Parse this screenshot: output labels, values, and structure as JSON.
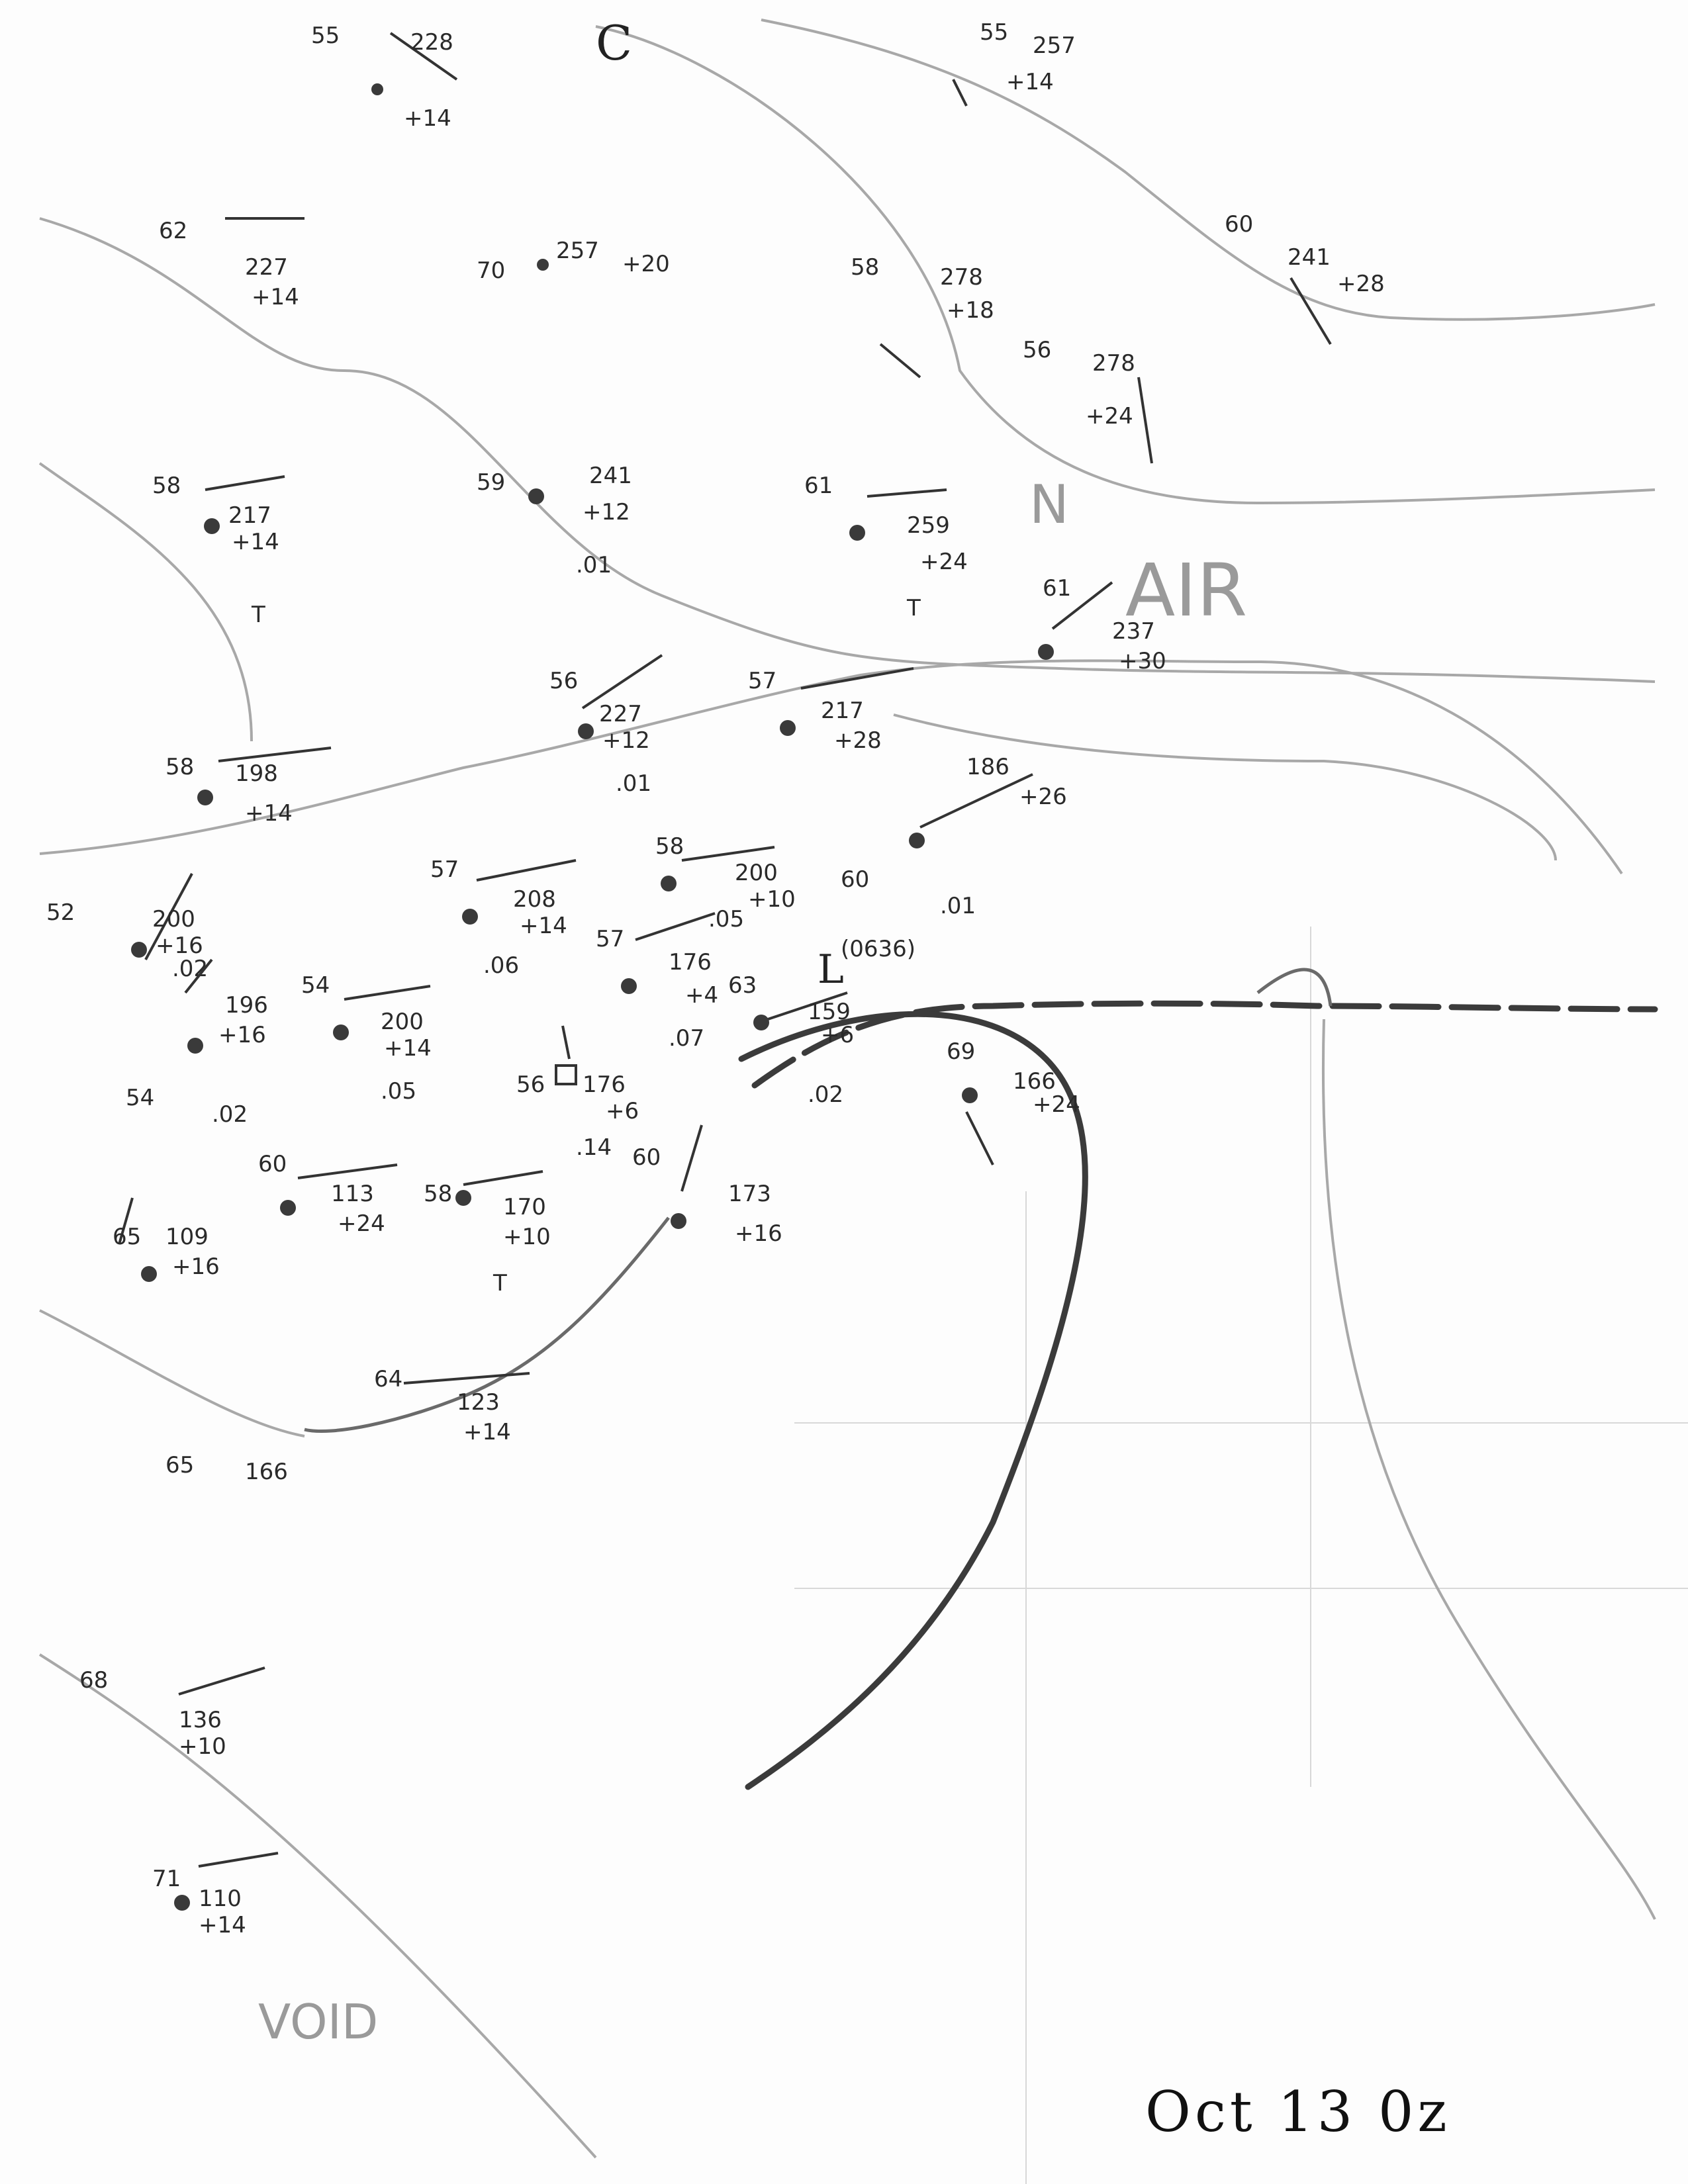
{
  "date_label": "Oct 13 0z",
  "map_labels": {
    "high_top": "C",
    "low_symbol": "L",
    "air_mark_1": "N",
    "air_mark_2": "AIR",
    "void_label": "VOID",
    "pressure_tag": "(0636)"
  },
  "stations": [
    {
      "temp": "58",
      "pressure": "217",
      "change": "+14",
      "extra": "T"
    },
    {
      "temp": "56",
      "pressure": "227",
      "change": "+12",
      "extra": ".01"
    },
    {
      "temp": "57",
      "pressure": "217",
      "change": "+28",
      "extra": ""
    },
    {
      "temp": "61",
      "pressure": "259",
      "change": "+24",
      "extra": "T"
    },
    {
      "temp": "61",
      "pressure": "237",
      "change": "+30",
      "extra": ""
    },
    {
      "temp": "58",
      "pressure": "198",
      "change": "+14",
      "extra": ""
    },
    {
      "temp": "52",
      "pressure": "200",
      "change": "+16",
      "extra": ".02"
    },
    {
      "temp": "57",
      "pressure": "208",
      "change": "+14",
      "extra": ".06"
    },
    {
      "temp": "58",
      "pressure": "200",
      "change": "+10",
      "extra": ".05"
    },
    {
      "temp": "57",
      "pressure": "176",
      "change": "+4",
      "extra": ".07"
    },
    {
      "temp": "60",
      "pressure": "186",
      "change": "+26",
      "extra": ".01"
    },
    {
      "temp": "63",
      "pressure": "159",
      "change": "+6",
      "extra": ".02"
    },
    {
      "temp": "69",
      "pressure": "166",
      "change": "+24",
      "extra": ""
    },
    {
      "temp": "56",
      "pressure": "176",
      "change": "+6",
      "extra": ".14"
    },
    {
      "temp": "60",
      "pressure": "173",
      "change": "+16",
      "extra": ""
    },
    {
      "temp": "54",
      "pressure": "200",
      "change": "+14",
      "extra": ".05"
    },
    {
      "temp": "54",
      "pressure": "196",
      "change": "+16",
      "extra": ".02"
    },
    {
      "temp": "60",
      "pressure": "113",
      "change": "+24",
      "extra": ""
    },
    {
      "temp": "58",
      "pressure": "170",
      "change": "+10",
      "extra": "T"
    },
    {
      "temp": "64",
      "pressure": "123",
      "change": "+14",
      "extra": ""
    },
    {
      "temp": "55",
      "pressure": "228",
      "change": "+14",
      "extra": ""
    },
    {
      "temp": "62",
      "pressure": "227",
      "change": "+14",
      "extra": ""
    },
    {
      "temp": "58",
      "pressure": "278",
      "change": "+18",
      "extra": ""
    },
    {
      "temp": "56",
      "pressure": "278",
      "change": "+24",
      "extra": ""
    },
    {
      "temp": "60",
      "pressure": "241",
      "change": "+28",
      "extra": ""
    },
    {
      "temp": "55",
      "pressure": "257",
      "change": "+14",
      "extra": ""
    },
    {
      "temp": "70",
      "pressure": "257",
      "change": "+20",
      "extra": ""
    },
    {
      "temp": "59",
      "pressure": "241",
      "change": "+12",
      "extra": ".01"
    },
    {
      "temp": "68",
      "pressure": "136",
      "change": "+10",
      "extra": ""
    },
    {
      "temp": "71",
      "pressure": "110",
      "change": "+14",
      "extra": ""
    },
    {
      "temp": "65",
      "pressure": "109",
      "change": "+16",
      "extra": ""
    },
    {
      "temp": "65",
      "pressure": "166",
      "change": "",
      "extra": ""
    }
  ]
}
